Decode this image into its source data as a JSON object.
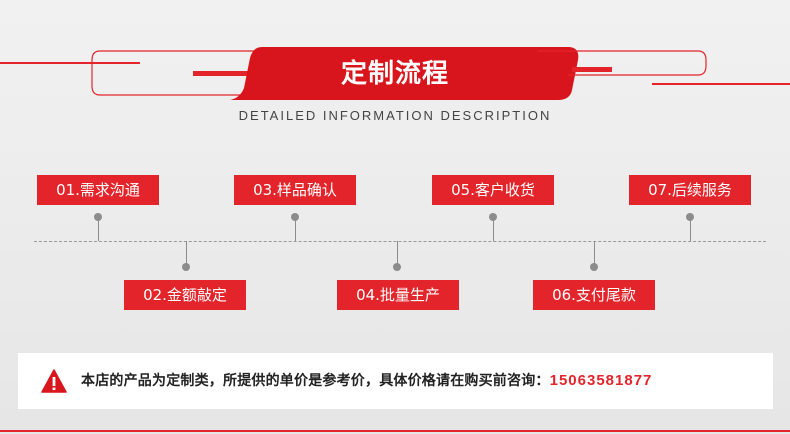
{
  "header": {
    "title": "定制流程",
    "subtitle": "DETAILED INFORMATION DESCRIPTION",
    "accent_color": "#e3242b"
  },
  "timeline": {
    "steps": [
      {
        "label": "01.需求沟通"
      },
      {
        "label": "02.金额敲定"
      },
      {
        "label": "03.样品确认"
      },
      {
        "label": "04.批量生产"
      },
      {
        "label": "05.客户收货"
      },
      {
        "label": "06.支付尾款"
      },
      {
        "label": "07.后续服务"
      }
    ]
  },
  "notice": {
    "icon": "warning-icon",
    "text": "本店的产品为定制类，所提供的单价是参考价，具体价格请在购买前咨询：",
    "phone": "15063581877"
  }
}
